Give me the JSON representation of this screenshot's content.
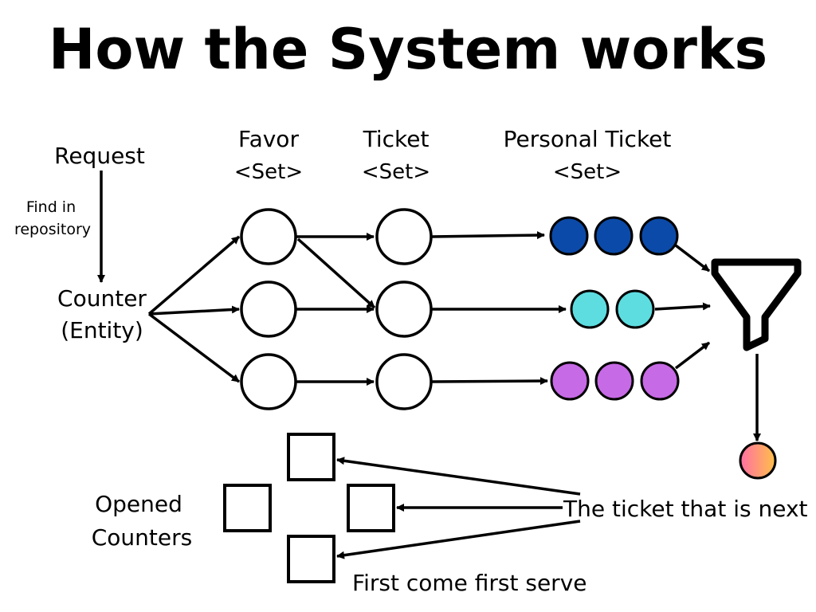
{
  "title": "How the System works",
  "labels": {
    "request": "Request",
    "find_in_repository_line1": "Find in",
    "find_in_repository_line2": "repository",
    "counter_line1": "Counter",
    "counter_line2": "(Entity)",
    "favor_line1": "Favor",
    "favor_line2": "<Set>",
    "ticket_line1": "Ticket",
    "ticket_line2": "<Set>",
    "personal_ticket_line1": "Personal Ticket",
    "personal_ticket_line2": "<Set>",
    "opened_counters_line1": "Opened",
    "opened_counters_line2": "Counters",
    "next_ticket": "The ticket that is next",
    "first_come": "First come first serve"
  },
  "colors": {
    "row1_tickets": "#0b4aa8",
    "row2_tickets": "#5ddde0",
    "row3_tickets": "#c76ae6",
    "output_gradient_start": "#ff6fa3",
    "output_gradient_end": "#ffc04a"
  },
  "personal_ticket_counts": [
    3,
    2,
    3
  ],
  "icons": {
    "funnel": "funnel-icon",
    "output_ticket": "output-ticket-icon"
  }
}
